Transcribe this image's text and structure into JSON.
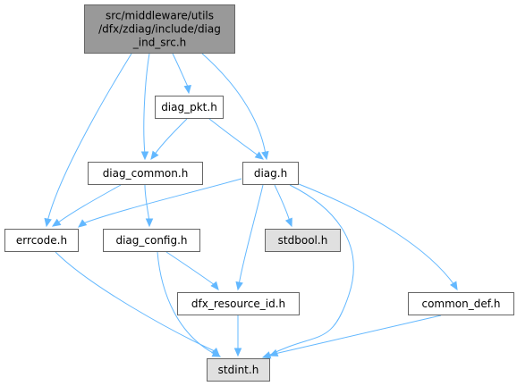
{
  "diagram": {
    "colors": {
      "edge": "#63b8ff",
      "node_border": "#666666",
      "node_fill": "#ffffff",
      "root_fill": "#999999",
      "external_fill": "#e0e0e0"
    },
    "nodes": [
      {
        "id": "root",
        "lines": [
          "src/middleware/utils",
          "/dfx/zdiag/include/diag",
          "_ind_src.h"
        ],
        "kind": "root"
      },
      {
        "id": "diag_pkt",
        "lines": [
          "diag_pkt.h"
        ],
        "kind": "file"
      },
      {
        "id": "diag_common",
        "lines": [
          "diag_common.h"
        ],
        "kind": "file"
      },
      {
        "id": "diag",
        "lines": [
          "diag.h"
        ],
        "kind": "file"
      },
      {
        "id": "errcode",
        "lines": [
          "errcode.h"
        ],
        "kind": "file"
      },
      {
        "id": "diag_config",
        "lines": [
          "diag_config.h"
        ],
        "kind": "file"
      },
      {
        "id": "stdbool",
        "lines": [
          "stdbool.h"
        ],
        "kind": "external"
      },
      {
        "id": "dfx_resource_id",
        "lines": [
          "dfx_resource_id.h"
        ],
        "kind": "file"
      },
      {
        "id": "common_def",
        "lines": [
          "common_def.h"
        ],
        "kind": "file"
      },
      {
        "id": "stdint",
        "lines": [
          "stdint.h"
        ],
        "kind": "external"
      }
    ],
    "edges": [
      {
        "from": "root",
        "to": "diag_pkt"
      },
      {
        "from": "root",
        "to": "diag_common"
      },
      {
        "from": "root",
        "to": "diag"
      },
      {
        "from": "root",
        "to": "errcode"
      },
      {
        "from": "diag_pkt",
        "to": "diag_common"
      },
      {
        "from": "diag_pkt",
        "to": "diag"
      },
      {
        "from": "diag_common",
        "to": "errcode"
      },
      {
        "from": "diag_common",
        "to": "diag_config"
      },
      {
        "from": "diag",
        "to": "errcode"
      },
      {
        "from": "diag",
        "to": "stdbool"
      },
      {
        "from": "diag",
        "to": "dfx_resource_id"
      },
      {
        "from": "diag",
        "to": "common_def"
      },
      {
        "from": "diag",
        "to": "stdint"
      },
      {
        "from": "errcode",
        "to": "stdint"
      },
      {
        "from": "diag_config",
        "to": "dfx_resource_id"
      },
      {
        "from": "diag_config",
        "to": "stdint"
      },
      {
        "from": "dfx_resource_id",
        "to": "stdint"
      },
      {
        "from": "common_def",
        "to": "stdint"
      }
    ]
  }
}
